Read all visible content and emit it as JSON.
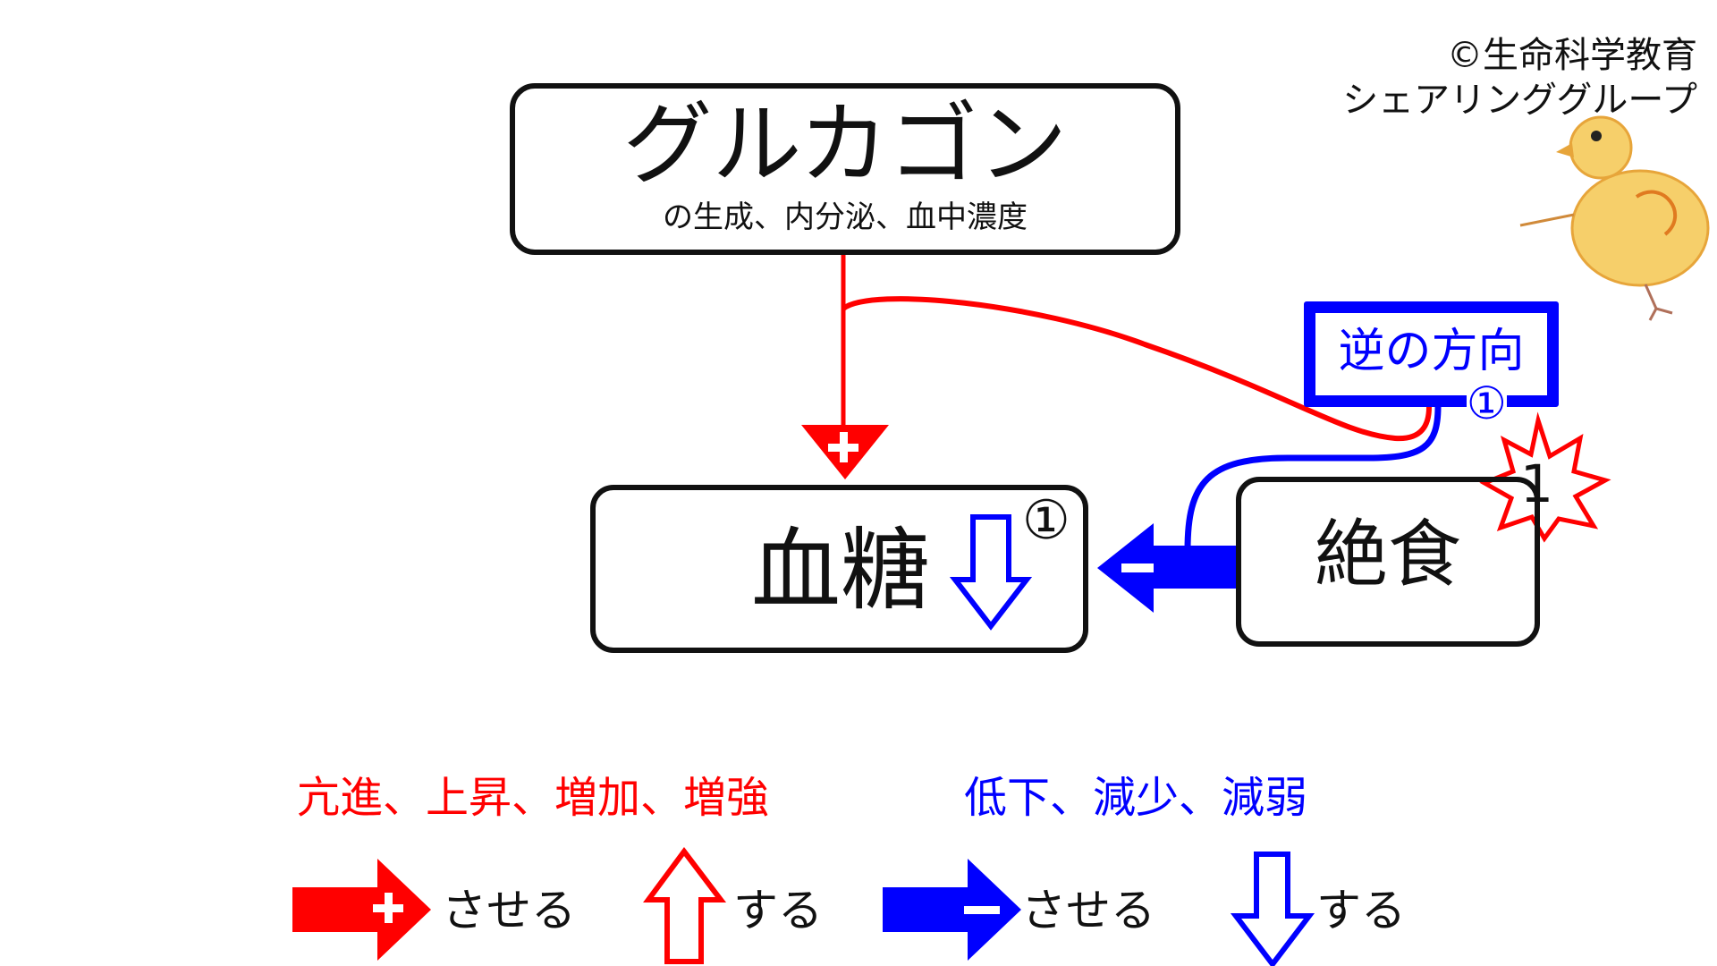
{
  "nodes": {
    "glucagon": {
      "title": "グルカゴン",
      "subtitle": "の生成、内分泌、血中濃度"
    },
    "blood_sugar": {
      "title": "血糖",
      "marker": "①"
    },
    "fasting": {
      "title": "絶食",
      "burst_label": "1"
    },
    "reverse_box": {
      "title": "逆の方向",
      "marker": "①"
    }
  },
  "copyright": {
    "line1": "©生命科学教育",
    "line2": "シェアリンググループ"
  },
  "legend": {
    "increase_text": "亢進、上昇、増加、増強",
    "decrease_text": "低下、減少、減弱",
    "plus_arrow_label": "させる",
    "up_arrow_label": "する",
    "minus_arrow_label": "させる",
    "down_arrow_label": "する"
  },
  "colors": {
    "red": "#ff0000",
    "blue": "#0000ff",
    "black": "#111111"
  }
}
